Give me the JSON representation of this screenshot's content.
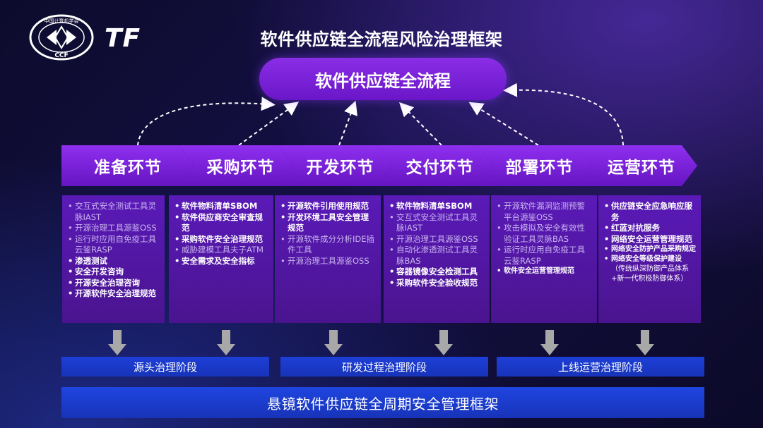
{
  "logo": {
    "ccf_top_text": "中国计算机学会",
    "ccf_bottom_text": "CCF",
    "tf_text": "TF"
  },
  "title": "软件供应链全流程风险治理框架",
  "top_pill": "软件供应链全流程",
  "stages": [
    {
      "label": "准备环节"
    },
    {
      "label": "采购环节"
    },
    {
      "label": "开发环节"
    },
    {
      "label": "交付环节"
    },
    {
      "label": "部署环节"
    },
    {
      "label": "运营环节"
    }
  ],
  "boxes": [
    {
      "items": [
        {
          "text": "交互式安全测试工具灵脉IAST",
          "style": "dim"
        },
        {
          "text": "开源治理工具源鉴OSS",
          "style": "dim"
        },
        {
          "text": "运行时应用自免疫工具云鉴RASP",
          "style": "dim"
        },
        {
          "text": "渗透测试",
          "style": "bold"
        },
        {
          "text": "安全开发咨询",
          "style": "bold"
        },
        {
          "text": "开源安全治理咨询",
          "style": "bold"
        },
        {
          "text": "开源软件安全治理规范",
          "style": "bold"
        }
      ]
    },
    {
      "items": [
        {
          "text": "软件物料清单SBOM",
          "style": "bold"
        },
        {
          "text": "软件供应商安全审查规范",
          "style": "bold"
        },
        {
          "text": "采购软件安全治理规范",
          "style": "bold"
        },
        {
          "text": "威胁建模工具夫子ATM",
          "style": "dim"
        },
        {
          "text": "安全需求及安全指标",
          "style": "bold"
        }
      ]
    },
    {
      "items": [
        {
          "text": "开源软件引用使用规范",
          "style": "bold"
        },
        {
          "text": "开发环境工具安全管理规范",
          "style": "bold"
        },
        {
          "text": "开源软件成分分析IDE插件工具",
          "style": "dim"
        },
        {
          "text": "开源治理工具源鉴OSS",
          "style": "dim"
        }
      ]
    },
    {
      "items": [
        {
          "text": "软件物料清单SBOM",
          "style": "bold"
        },
        {
          "text": "交互式安全测试工具灵脉IAST",
          "style": "dim"
        },
        {
          "text": "开源治理工具源鉴OSS",
          "style": "dim"
        },
        {
          "text": "自动化渗透测试工具灵脉BAS",
          "style": "dim"
        },
        {
          "text": "容器镜像安全检测工具",
          "style": "bold"
        },
        {
          "text": "采购软件安全验收规范",
          "style": "bold"
        }
      ]
    },
    {
      "items": [
        {
          "text": "开源软件漏洞监测预警平台源鉴OSS",
          "style": "dim"
        },
        {
          "text": "攻击模拟及安全有效性验证工具灵脉BAS",
          "style": "dim"
        },
        {
          "text": "运行时应用自免疫工具云鉴RASP",
          "style": "dim"
        },
        {
          "text": "软件安全运营管理规范",
          "style": "bold small"
        }
      ]
    },
    {
      "items": [
        {
          "text": "供应链安全应急响应服务",
          "style": "bold"
        },
        {
          "text": "红蓝对抗服务",
          "style": "bold"
        },
        {
          "text": "网络安全运营管理规范",
          "style": "bold"
        },
        {
          "text": "网络安全防护产品采购规定",
          "style": "bold small"
        },
        {
          "text": "网络安全等级保护建设",
          "style": "bold small"
        },
        {
          "text": "（传统纵深防御产品体系+新一代积极防御体系）",
          "style": "small nob"
        }
      ]
    }
  ],
  "phases": [
    {
      "label": "源头治理阶段"
    },
    {
      "label": "研发过程治理阶段"
    },
    {
      "label": "上线运营治理阶段"
    }
  ],
  "framework": "悬镜软件供应链全周期安全管理框架",
  "colors": {
    "purple": "#7a22dc",
    "box_purple": "#5a1ab8",
    "blue": "#1d3fd8",
    "arrow_gray": "#a8a8a8",
    "background": "#141045"
  }
}
